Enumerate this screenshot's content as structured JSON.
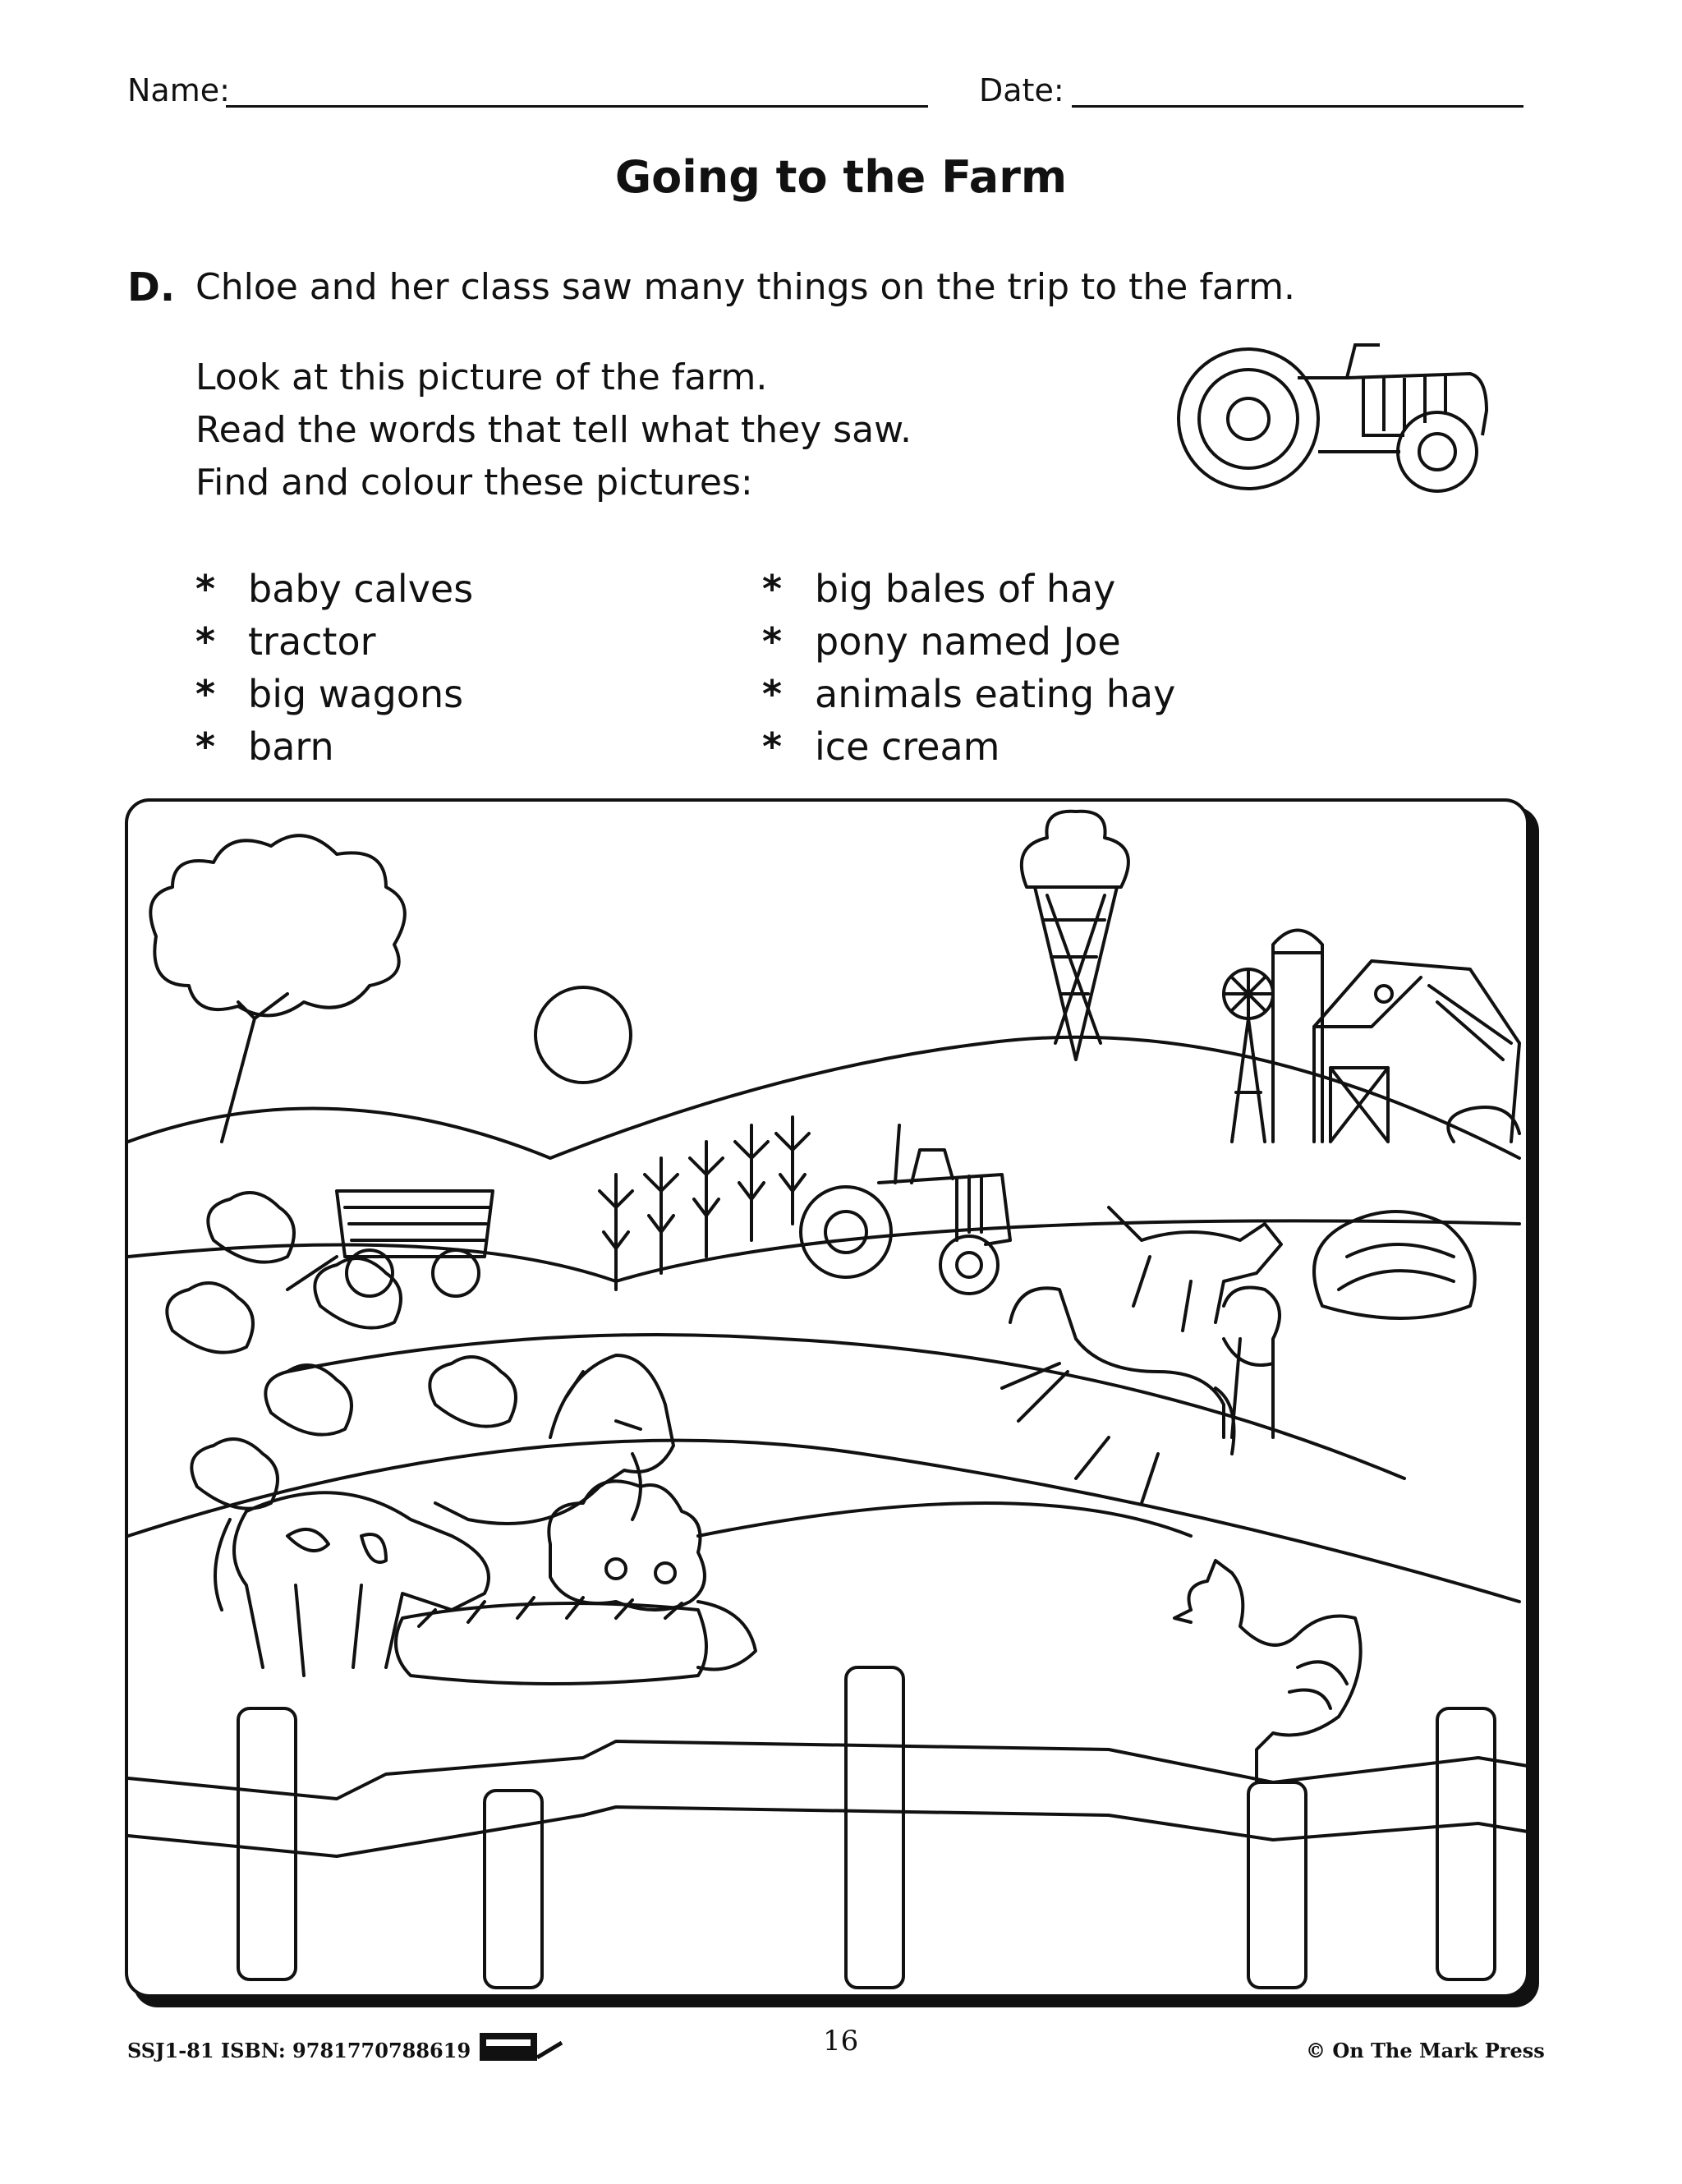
{
  "header": {
    "name_label": "Name:",
    "date_label": "Date:"
  },
  "title": "Going to the Farm",
  "section": {
    "letter": "D.",
    "prompt": "Chloe and her class saw many things on the trip to the farm."
  },
  "instructions": [
    "Look at this picture of the farm.",
    "Read the words that tell what they saw.",
    "Find and colour these pictures:"
  ],
  "list_left": [
    "baby calves",
    "tractor",
    "big wagons",
    "barn"
  ],
  "list_right": [
    "big bales of hay",
    "pony named Joe",
    "animals eating hay",
    "ice cream"
  ],
  "bullet": "*",
  "footer": {
    "code": "SSJ1-81  ISBN: 9781770788619",
    "page_number": "16",
    "copyright": "© On The Mark Press"
  },
  "illustration_icons": [
    "tree-icon",
    "sun-icon",
    "ice-cream-icon",
    "windmill-icon",
    "silo-icon",
    "barn-icon",
    "wagon-icon",
    "corn-icon",
    "tractor-icon",
    "hay-bale-icon",
    "calf-icon",
    "pony-icon",
    "horse-icon",
    "cow-icon",
    "pig-icon",
    "rooster-icon",
    "fence-icon"
  ]
}
